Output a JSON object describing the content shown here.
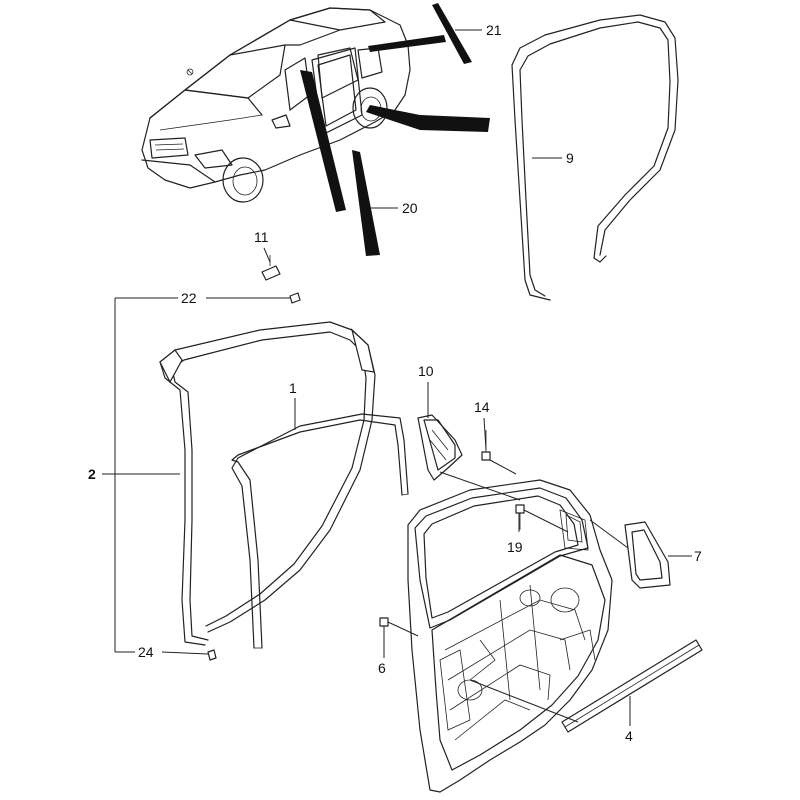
{
  "diagram": {
    "callouts": {
      "c1": "1",
      "c2": "2",
      "c4": "4",
      "c6": "6",
      "c7": "7",
      "c9": "9",
      "c10": "10",
      "c11": "11",
      "c14": "14",
      "c19": "19",
      "c20": "20",
      "c21": "21",
      "c22": "22",
      "c24": "24"
    },
    "colors": {
      "line": "#222222",
      "seal": "#111111",
      "background": "#ffffff"
    }
  }
}
